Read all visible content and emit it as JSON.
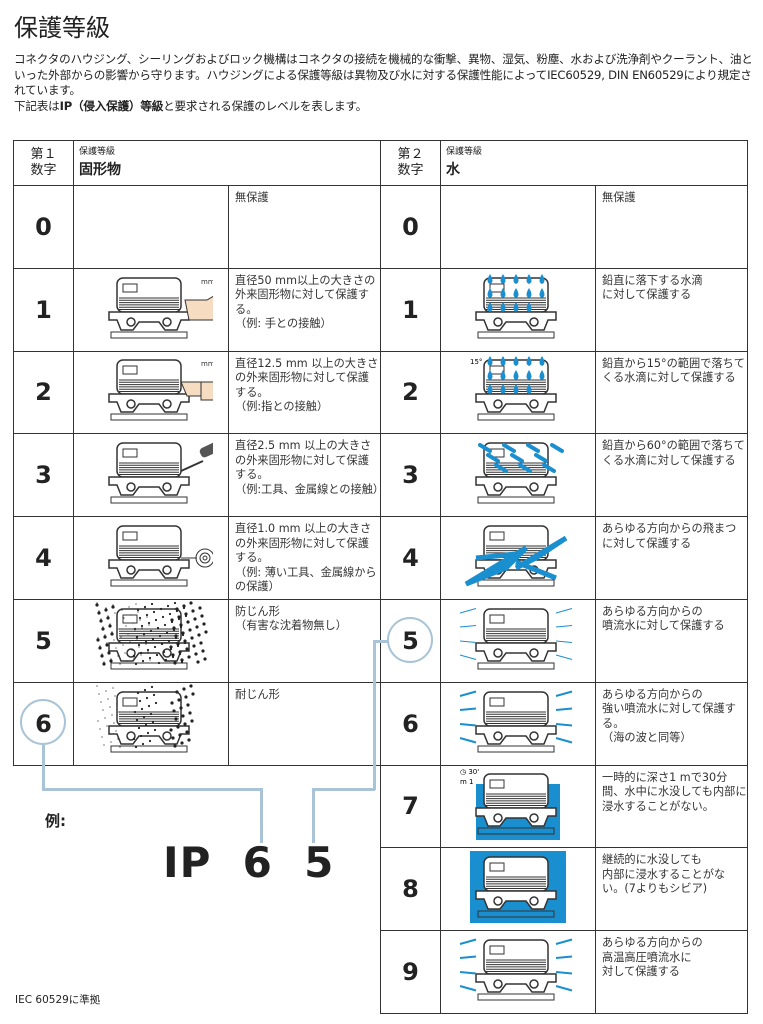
{
  "title": "保護等級",
  "intro": {
    "p1": "コネクタのハウジング、シーリングおよびロック機構はコネクタの接続を機械的な衝撃、異物、湿気、粉塵、水および洗浄剤やクーラント、油といった外部からの影響から守ります。ハウジングによる保護等級は異物及び水に対する保護性能によってIEC60529, DIN EN60529により規定されています。",
    "p2a": "下記表は",
    "p2b": "IP（侵入保護）等級",
    "p2c": "と要求される保護のレベルを表します。"
  },
  "solid": {
    "num_header": "第１\n数字",
    "cat_small": "保護等級",
    "cat": "固形物",
    "rows": [
      {
        "n": "0",
        "text": "無保護",
        "icon": "none"
      },
      {
        "n": "1",
        "text": "直径50 mm以上の大きさの外来固形物に対して保護する。\n（例: 手との接触）",
        "icon": "hand",
        "label": "mm 50"
      },
      {
        "n": "2",
        "text": "直径12.5 mm 以上の大きさの外来固形物に対して保護する。\n（例:指との接触）",
        "icon": "finger",
        "label": "mm 12"
      },
      {
        "n": "3",
        "text": "直径2.5 mm 以上の大きさの外来固形物に対して保護する。\n（例:工具、金属線との接触）",
        "icon": "tool"
      },
      {
        "n": "4",
        "text": "直径1.0 mm 以上の大きさの外来固形物に対して保護する。\n（例: 薄い工具、金属線からの保護）",
        "icon": "wire"
      },
      {
        "n": "5",
        "text": "防じん形\n（有害な沈着物無し）",
        "icon": "dust"
      },
      {
        "n": "6",
        "text": "耐じん形",
        "icon": "dust2"
      }
    ]
  },
  "water": {
    "num_header": "第２\n数字",
    "cat_small": "保護等級",
    "cat": "水",
    "rows": [
      {
        "n": "0",
        "text": "無保護",
        "icon": "none"
      },
      {
        "n": "1",
        "text": "鉛直に落下する水滴\nに対して保護する",
        "icon": "drops"
      },
      {
        "n": "2",
        "text": "鉛直から15°の範囲で落ちてくる水滴に対して保護する",
        "icon": "drops15",
        "label": "15°"
      },
      {
        "n": "3",
        "text": "鉛直から60°の範囲で落ちてくる水滴に対して保護する",
        "icon": "spray"
      },
      {
        "n": "4",
        "text": "あらゆる方向からの飛まつに対して保護する",
        "icon": "splash"
      },
      {
        "n": "5",
        "text": "あらゆる方向からの\n噴流水に対して保護する",
        "icon": "jet"
      },
      {
        "n": "6",
        "text": "あらゆる方向からの\n強い噴流水に対して保護する。\n（海の波と同等）",
        "icon": "jet2"
      },
      {
        "n": "7",
        "text": "一時的に深さ1 mで30分間、水中に水没しても内部に浸水することがない。",
        "icon": "immerse",
        "label": "30'",
        "label2": "m 1"
      },
      {
        "n": "8",
        "text": "継続的に水没しても\n内部に浸水することがない。(7よりもシビア)",
        "icon": "submerge"
      },
      {
        "n": "9",
        "text": "あらゆる方向からの\n高温高圧噴流水に\n対して保護する",
        "icon": "jet3"
      }
    ]
  },
  "example": {
    "label": "例:",
    "code": "IP  6  5"
  },
  "norm": "IEC 60529に準拠",
  "colors": {
    "water": "#1a8fd0",
    "annotation": "#a8c4d6"
  }
}
